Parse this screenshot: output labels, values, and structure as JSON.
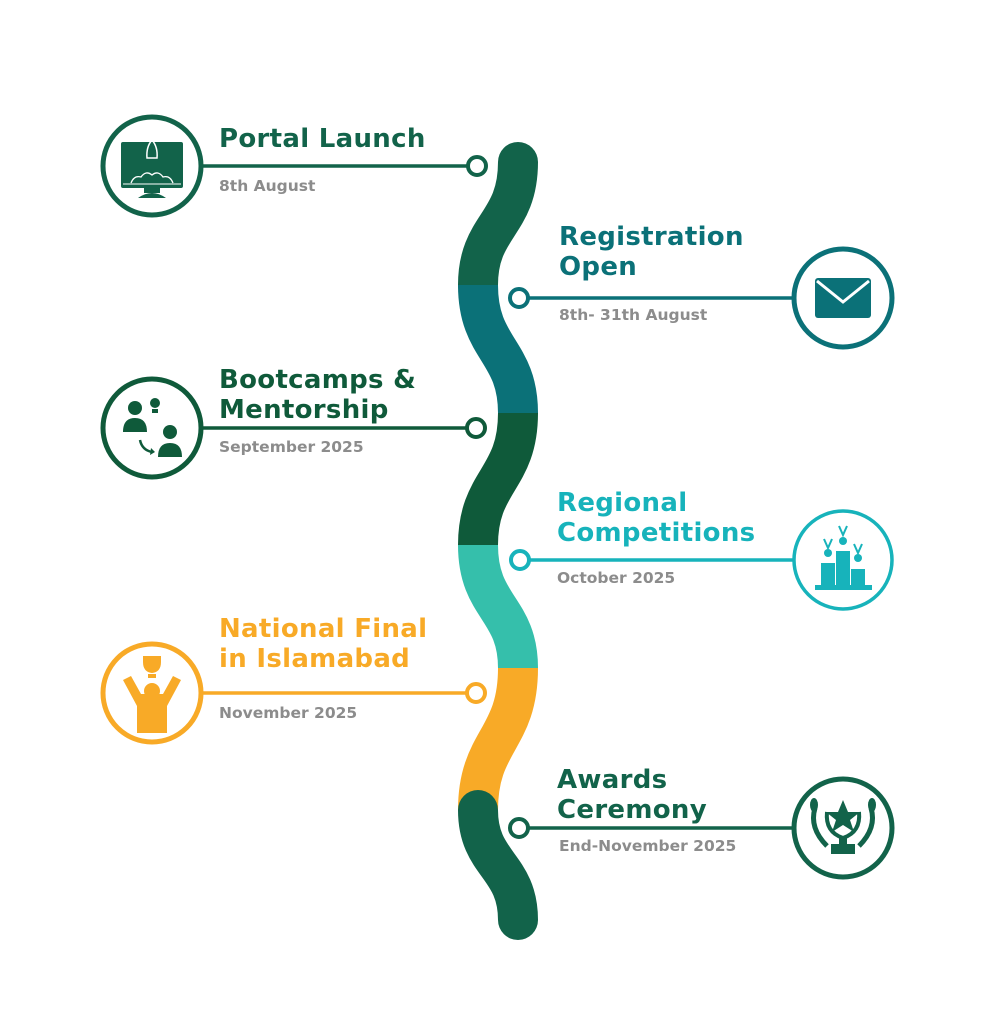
{
  "colors": {
    "dark_green": "#12634a",
    "teal": "#0b7178",
    "deep_green": "#0f5a3a",
    "light_teal": "#35bfab",
    "orange": "#f8aa27",
    "cyan_text": "#17b3bb",
    "gray_text": "#8c8c8c"
  },
  "milestones": [
    {
      "title": "Portal Launch",
      "date": "8th August",
      "icon": "rocket-monitor-icon"
    },
    {
      "title_line1": "Registration",
      "title_line2": "Open",
      "date": "8th- 31th  August",
      "icon": "envelope-icon"
    },
    {
      "title_line1": "Bootcamps &",
      "title_line2": "Mentorship",
      "date": "September 2025",
      "icon": "mentorship-icon"
    },
    {
      "title_line1": "Regional",
      "title_line2": "Competitions",
      "date": "October 2025",
      "icon": "podium-medals-icon"
    },
    {
      "title_line1": "National Final",
      "title_line2": "in Islamabad",
      "date": "November 2025",
      "icon": "trophy-winner-icon"
    },
    {
      "title_line1": "Awards",
      "title_line2": "Ceremony",
      "date": "End-November 2025",
      "icon": "star-trophy-laurel-icon"
    }
  ]
}
